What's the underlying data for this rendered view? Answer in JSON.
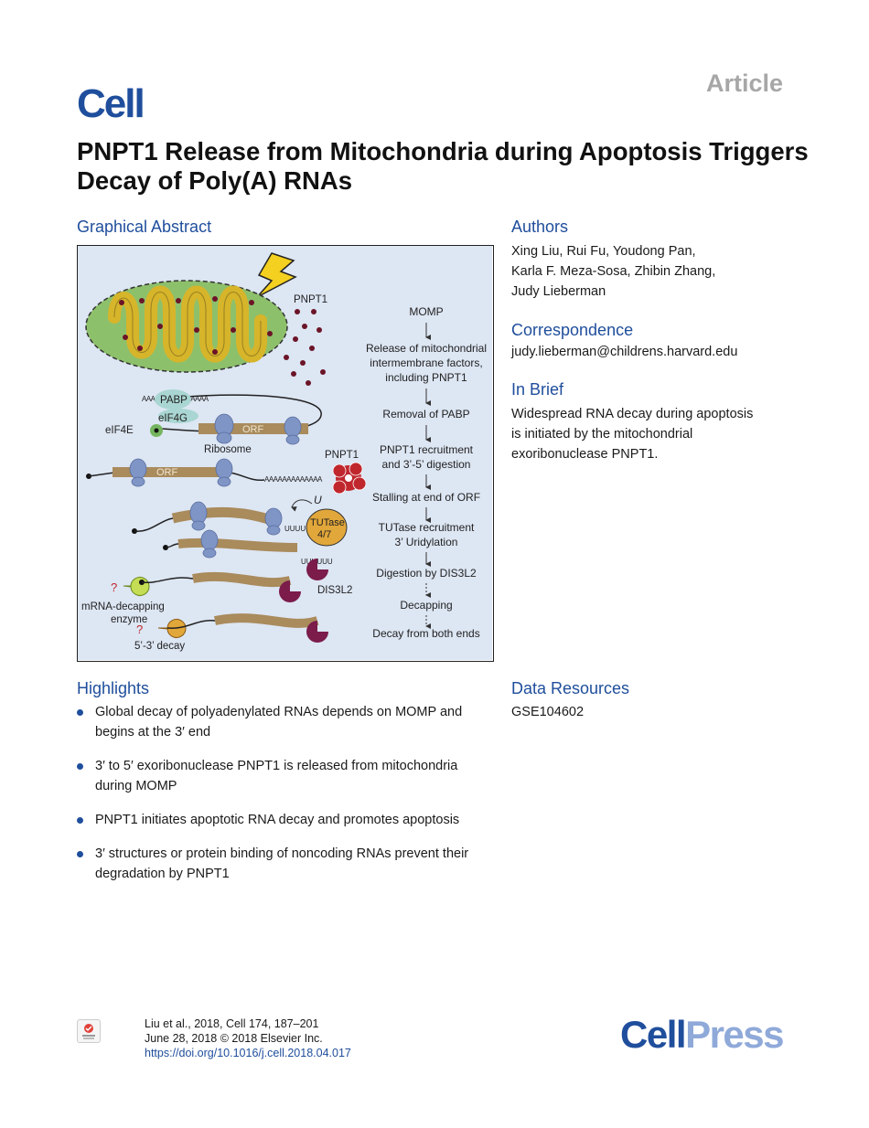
{
  "header": {
    "journal_logo": "Cell",
    "article_type": "Article",
    "title": "PNPT1 Release from Mitochondria during Apoptosis Triggers Decay of Poly(A) RNAs"
  },
  "graphical_abstract": {
    "heading": "Graphical Abstract",
    "labels": {
      "pnpt1_top": "PNPT1",
      "pabp": "PABP",
      "eif4g": "eIF4G",
      "eif4e": "eIF4E",
      "polyA_1": "AAAAAAAAAAAAAAA",
      "orf_1": "ORF",
      "ribosome": "Ribosome",
      "pnpt1_mid": "PNPT1",
      "orf_2": "ORF",
      "polyA_2": "AAAAAAAAAAAAA",
      "uridine": "U",
      "tutase_1": "TUTase",
      "tutase_2": "4/7",
      "uuuu_1": "UUUU",
      "uuuu_2": "UUUUUU",
      "dis3l2": "DIS3L2",
      "q1": "?",
      "q2": "?",
      "decapping_1": "mRNA-decapping",
      "decapping_2": "enzyme",
      "decay_53": "5’-3’ decay"
    },
    "steps": [
      "MOMP",
      "Release of mitochondrial",
      "intermembrane factors,",
      "including PNPT1",
      "Removal of PABP",
      "PNPT1 recruitment",
      "and 3’-5’ digestion",
      "Stalling at end of ORF",
      "TUTase recruitment",
      "3’ Uridylation",
      "Digestion by DIS3L2",
      "Decapping",
      "Decay from both ends"
    ]
  },
  "authors": {
    "heading": "Authors",
    "lines": [
      "Xing Liu, Rui Fu, Youdong Pan,",
      "Karla F. Meza-Sosa, Zhibin Zhang,",
      "Judy Lieberman"
    ]
  },
  "correspondence": {
    "heading": "Correspondence",
    "email": "judy.lieberman@childrens.harvard.edu"
  },
  "in_brief": {
    "heading": "In Brief",
    "lines": [
      "Widespread RNA decay during apoptosis",
      "is initiated by the mitochondrial",
      "exoribonuclease PNPT1."
    ]
  },
  "highlights": {
    "heading": "Highlights",
    "items": [
      "Global decay of polyadenylated RNAs depends on MOMP and begins at the 3′ end",
      "3′ to 5′ exoribonuclease PNPT1 is released from mitochondria during MOMP",
      "PNPT1 initiates apoptotic RNA decay and promotes apoptosis",
      "3′ structures or protein binding of noncoding RNAs prevent their degradation by PNPT1"
    ]
  },
  "data_resources": {
    "heading": "Data Resources",
    "accession": "GSE104602"
  },
  "footer": {
    "citation": "Liu et al., 2018, Cell 174, 187–201",
    "date": "June 28, 2018 © 2018 Elsevier Inc.",
    "doi": "https://doi.org/10.1016/j.cell.2018.04.017",
    "publisher_logo_1": "Cell",
    "publisher_logo_2": "Press"
  },
  "colors": {
    "brand_blue": "#1f4e9c",
    "mito_green": "#8dc06b",
    "cristae_yellow": "#d6b52a",
    "pnpt1_dot": "#6b1428",
    "ribosome": "#7f95c6",
    "mrna": "#a98b5c",
    "dis3l2": "#7b1c4b",
    "tutase": "#e2a73a"
  }
}
